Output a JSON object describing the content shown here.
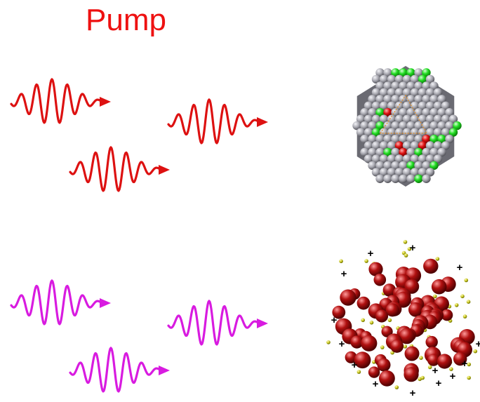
{
  "title": "Pump",
  "colors": {
    "title": "#ee1111",
    "pump_pulse": "#dd1111",
    "probe_pulse": "#d81be0",
    "atom_gray": "#a8a8b0",
    "atom_green": "#22dd22",
    "atom_red": "#dd1111",
    "fragment_red": "#b01010",
    "electron_yellow": "#c8c820",
    "ion_plus": "#000000"
  },
  "figure": {
    "pump_pulses": 3,
    "probe_pulses": 3,
    "intact_cluster": "icosahedral-nanocluster",
    "exploded_cluster": "coulomb-explosion",
    "ion_symbol": "+"
  }
}
